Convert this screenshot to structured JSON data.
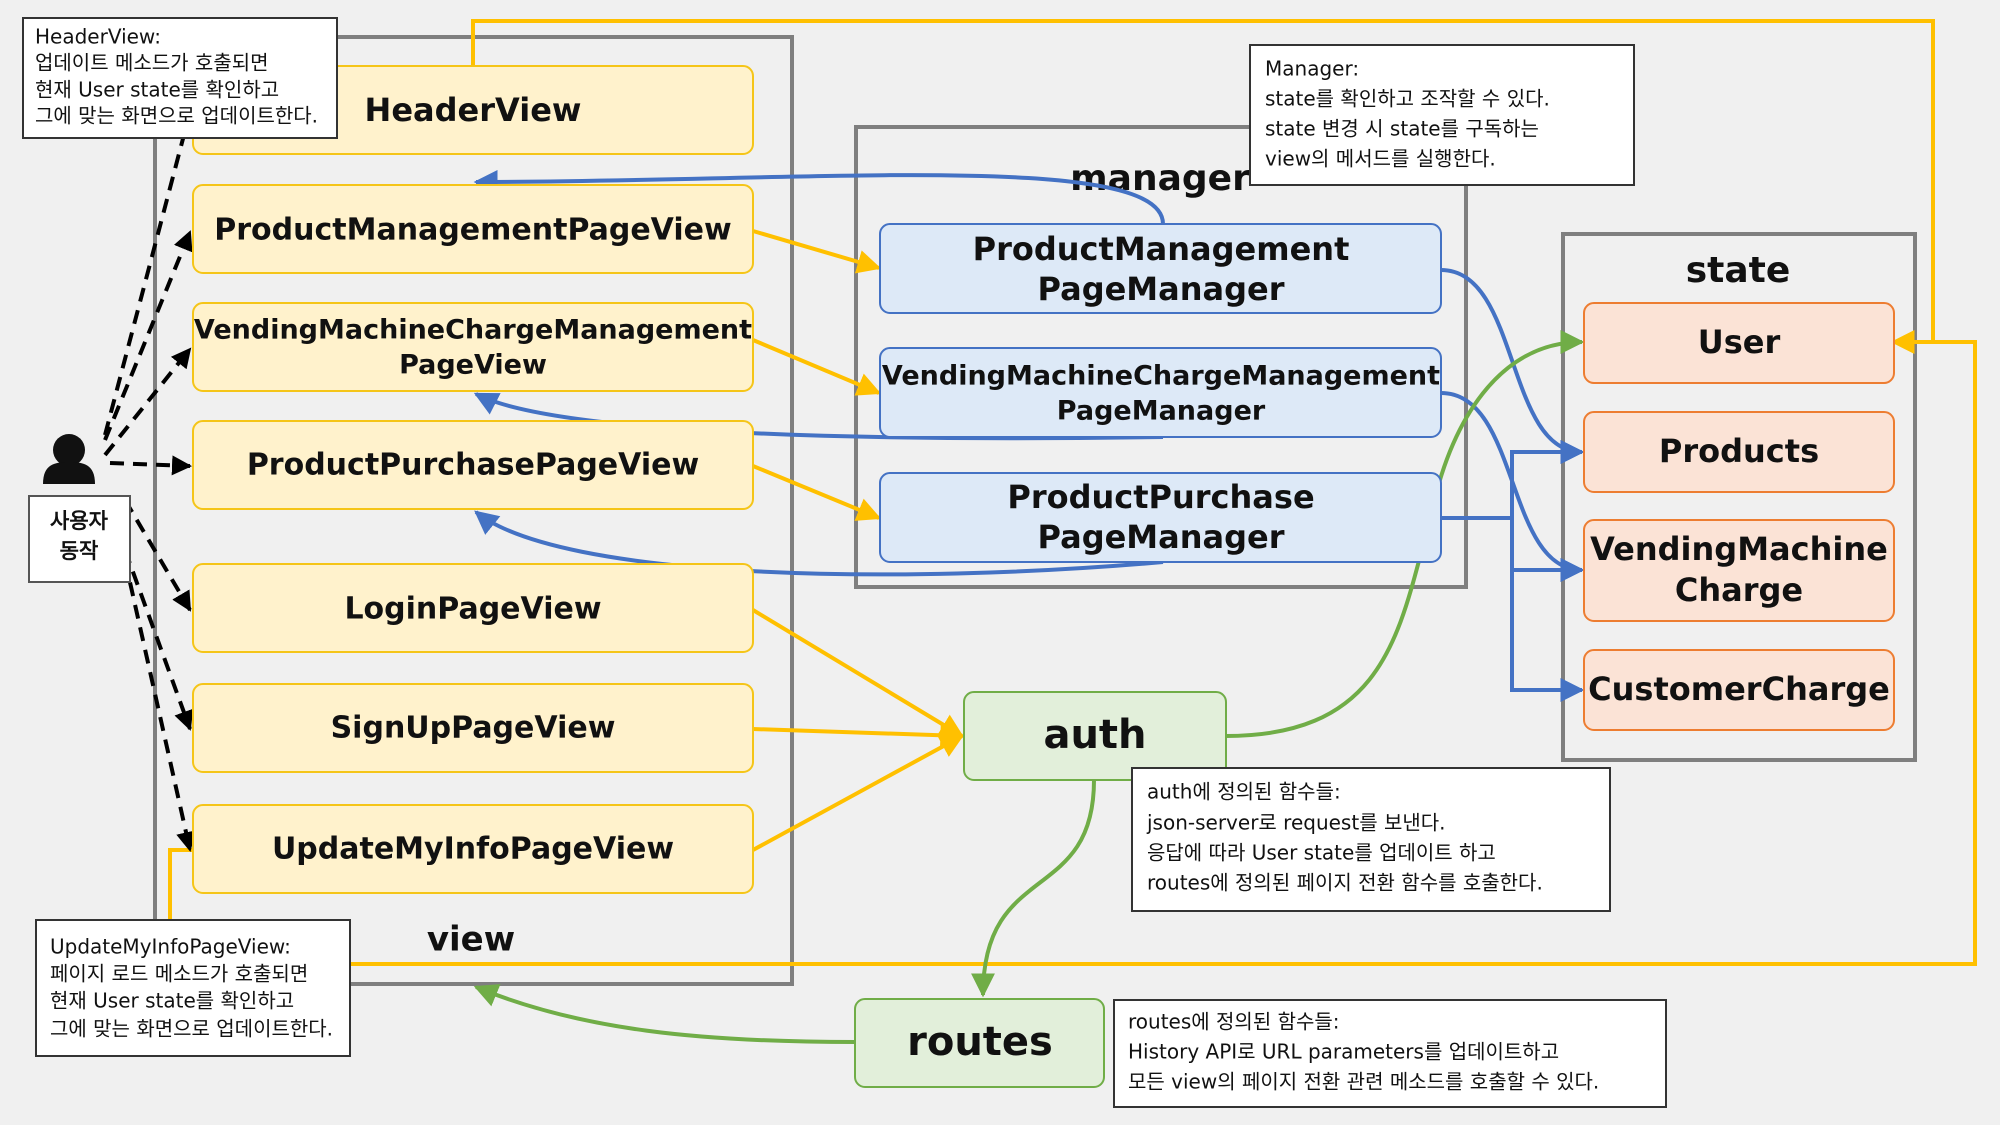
{
  "colors": {
    "background": "#f0f0f0",
    "view_fill": "#fff2cc",
    "view_stroke": "#f5c518",
    "manager_fill": "#dde9f7",
    "manager_stroke": "#4472c4",
    "state_fill": "#fbe3d6",
    "state_stroke": "#ed7d31",
    "green_fill": "#e2efda",
    "green_stroke": "#70ad47",
    "group_stroke": "#7f7f7f",
    "arrow_yellow": "#ffc000",
    "arrow_blue": "#4472c4",
    "arrow_green": "#70ad47",
    "arrow_black": "#000000"
  },
  "groups": {
    "view": "view",
    "manager": "manager",
    "state": "state"
  },
  "views": {
    "header": "HeaderView",
    "product_management": "ProductManagementPageView",
    "vending_line1": "VendingMachineChargeManagement",
    "vending_line2": "PageView",
    "product_purchase": "ProductPurchasePageView",
    "login": "LoginPageView",
    "signup": "SignUpPageView",
    "update_my_info": "UpdateMyInfoPageView"
  },
  "managers": {
    "product_management_line1": "ProductManagement",
    "product_management_line2": "PageManager",
    "vending_line1": "VendingMachineChargeManagement",
    "vending_line2": "PageManager",
    "product_purchase_line1": "ProductPurchase",
    "product_purchase_line2": "PageManager"
  },
  "states": {
    "user": "User",
    "products": "Products",
    "vending_line1": "VendingMachine",
    "vending_line2": "Charge",
    "customer_charge": "CustomerCharge"
  },
  "modules": {
    "auth": "auth",
    "routes": "routes"
  },
  "actor": {
    "label_line1": "사용자",
    "label_line2": "동작",
    "icon": "person-icon"
  },
  "notes": {
    "header_view": [
      "HeaderView:",
      "업데이트 메소드가 호출되면",
      "현재 User state를 확인하고",
      "그에 맞는 화면으로 업데이트한다."
    ],
    "manager": [
      "Manager:",
      "state를 확인하고 조작할 수 있다.",
      "state 변경 시 state를 구독하는",
      "view의 메서드를 실행한다."
    ],
    "auth": [
      "auth에 정의된 함수들:",
      "json-server로 request를 보낸다.",
      "응답에 따라 User state를 업데이트 하고",
      "routes에 정의된 페이지 전환 함수를 호출한다."
    ],
    "update_my_info_view": [
      "UpdateMyInfoPageView:",
      "페이지 로드 메소드가 호출되면",
      "현재 User state를 확인하고",
      "그에 맞는 화면으로 업데이트한다."
    ],
    "routes": [
      "routes에 정의된 함수들:",
      "History API로 URL parameters를 업데이트하고",
      "모든 view의 페이지 전환 관련 메소드를 호출할 수 있다."
    ]
  }
}
